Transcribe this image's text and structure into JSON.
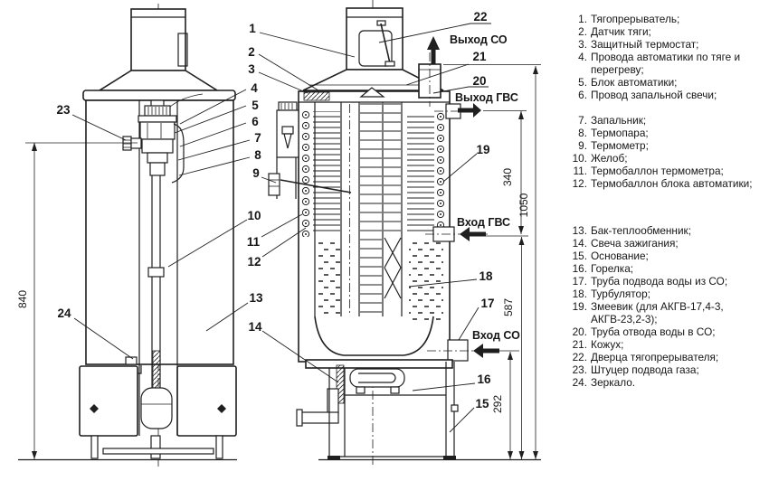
{
  "figure": {
    "colors": {
      "line": "#1f1f1f",
      "background": "#ffffff"
    },
    "flow_labels": {
      "out_co": "Выход СО",
      "out_gvs": "Выход ГВС",
      "in_gvs": "Вход ГВС",
      "in_co": "Вход СО"
    },
    "dimensions": {
      "d840": "840",
      "d340": "340",
      "d1050": "1050",
      "d587": "587",
      "d292": "292"
    },
    "callouts": {
      "c1": "1",
      "c2": "2",
      "c3": "3",
      "c4": "4",
      "c5": "5",
      "c6": "6",
      "c7": "7",
      "c8": "8",
      "c9": "9",
      "c10": "10",
      "c11": "11",
      "c12": "12",
      "c13": "13",
      "c14": "14",
      "c15": "15",
      "c16": "16",
      "c17": "17",
      "c18": "18",
      "c19": "19",
      "c20": "20",
      "c21": "21",
      "c22": "22",
      "c23": "23",
      "c24": "24"
    }
  },
  "legend": {
    "groups": [
      {
        "items": [
          {
            "num": "1.",
            "text": "Тягопрерыватель;"
          },
          {
            "num": "2.",
            "text": "Датчик тяги;"
          },
          {
            "num": "3.",
            "text": "Защитный термостат;"
          },
          {
            "num": "4.",
            "text": "Провода автоматики по тяге и перегреву;"
          },
          {
            "num": "5.",
            "text": "Блок автоматики;"
          },
          {
            "num": "6.",
            "text": "Провод запальной свечи;"
          }
        ]
      },
      {
        "items": [
          {
            "num": "7.",
            "text": "Запальник;"
          },
          {
            "num": "8.",
            "text": "Термопара;"
          },
          {
            "num": "9.",
            "text": "Термометр;"
          },
          {
            "num": "10.",
            "text": "Желоб;"
          },
          {
            "num": "11.",
            "text": "Термобаллон термометра;"
          },
          {
            "num": "12.",
            "text": "Термобаллон блока автоматики;"
          }
        ]
      },
      {
        "items": [
          {
            "num": "13.",
            "text": "Бак-теплообменник;"
          },
          {
            "num": "14.",
            "text": "Свеча зажигания;"
          },
          {
            "num": "15.",
            "text": "Основание;"
          },
          {
            "num": "16.",
            "text": "Горелка;"
          },
          {
            "num": "17.",
            "text": "Труба подвода воды из СО;"
          },
          {
            "num": "18.",
            "text": "Турбулятор;"
          },
          {
            "num": "19.",
            "text": "Змеевик (для АКГВ-17,4-3, АКГВ-23,2-3);"
          },
          {
            "num": "20.",
            "text": "Труба отвода воды в СО;"
          },
          {
            "num": "21.",
            "text": "Кожух;"
          },
          {
            "num": "22.",
            "text": "Дверца тягопрерывателя;"
          },
          {
            "num": "23.",
            "text": "Штуцер подвода газа;"
          },
          {
            "num": "24.",
            "text": "Зеркало."
          }
        ]
      }
    ]
  }
}
